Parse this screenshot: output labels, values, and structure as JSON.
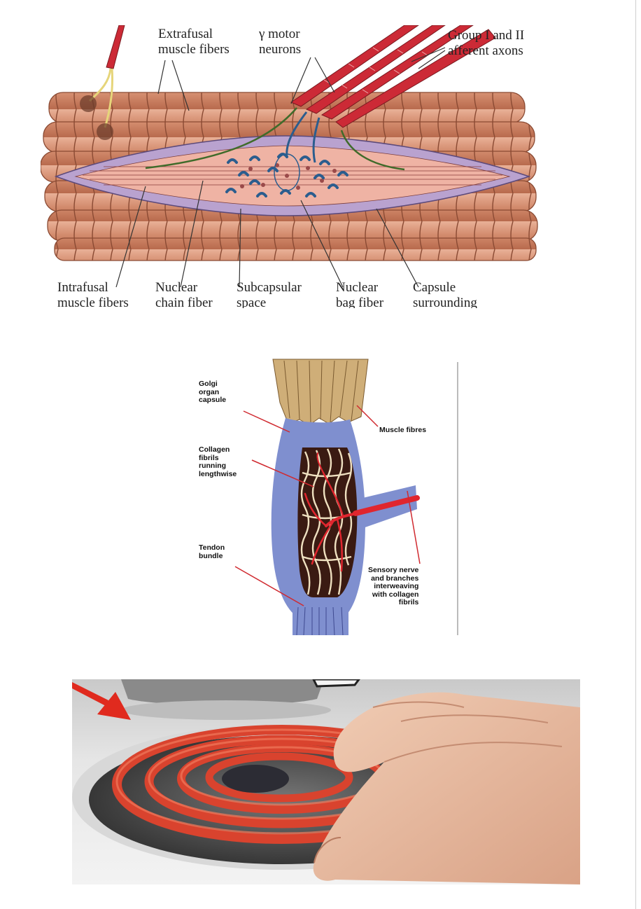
{
  "spindle_figure": {
    "labels": {
      "extrafusal": "Extrafusal\nmuscle fibers",
      "gamma": "γ motor\nneurons",
      "afferent": "Group I and II\nafferent axons",
      "intrafusal": "Intrafusal\nmuscle fibers",
      "chain": "Nuclear\nchain fiber",
      "subcapsular": "Subcapsular\nspace",
      "bag": "Nuclear\nbag fiber",
      "capsule": "Capsule\nsurrounding"
    },
    "colors": {
      "muscle": "#d9957a",
      "capsule": "#b9a2cf",
      "axon": "#cc2a36",
      "nerve_ending": "#2b5d8e"
    }
  },
  "golgi_figure": {
    "labels": {
      "capsule": "Golgi\norgan\ncapsule",
      "muscle": "Muscle fibres",
      "collagen": "Collagen\nfibrils\nrunning\nlengthwise",
      "tendon": "Tendon\nbundle",
      "nerve": "Sensory nerve\nand branches\ninterweaving\nwith collagen\nfibrils"
    },
    "colors": {
      "capsule": "#7f8fcf",
      "fibrils": "#efe0c0",
      "core": "#3a1a12",
      "nerve": "#e0262e",
      "muscle": "#cfae78"
    }
  },
  "stove_photo": {
    "colors": {
      "coil": "#d9432e",
      "arrow": "#e02a1e",
      "skin": "#e8bfa6"
    }
  }
}
